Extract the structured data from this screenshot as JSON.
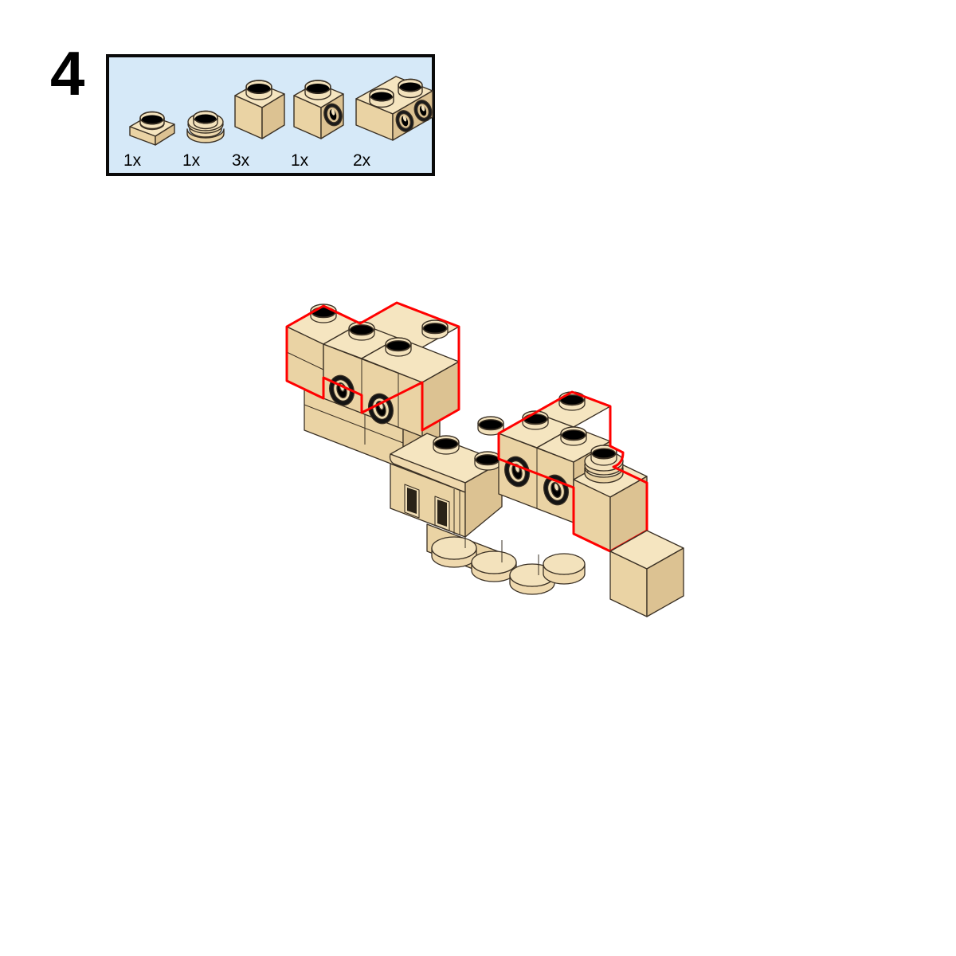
{
  "page": {
    "background_color": "#FFFFFF",
    "kind": "lego-building-instruction-step"
  },
  "step": {
    "number": "4",
    "number_color": "#000000"
  },
  "parts_callout": {
    "background_color": "#D6E9F8",
    "border_color": "#0A0A0A",
    "parts": [
      {
        "id": "plate-1x1",
        "name": "Plate 1 x 1",
        "quantity_label": "1x",
        "color_name": "Tan",
        "color_hex": "#F2DFB4"
      },
      {
        "id": "round-plate-stud",
        "name": "Round Plate 1 x 1 with stud",
        "quantity_label": "1x",
        "color_name": "Tan",
        "color_hex": "#F2DFB4"
      },
      {
        "id": "brick-1x1",
        "name": "Brick 1 x 1",
        "quantity_label": "3x",
        "color_name": "Tan",
        "color_hex": "#F2DFB4"
      },
      {
        "id": "brick-1x1-side-stud",
        "name": "Brick 1 x 1 with stud on one side",
        "quantity_label": "1x",
        "color_name": "Tan",
        "color_hex": "#F2DFB4"
      },
      {
        "id": "brick-1x2-two-side-studs",
        "name": "Brick 1 x 2 with studs on one side",
        "quantity_label": "2x",
        "color_name": "Tan",
        "color_hex": "#F2DFB4"
      }
    ]
  },
  "model": {
    "highlight_color": "#FF0000",
    "outline_color": "#3A3024",
    "palette": {
      "top": "#F5E5C0",
      "left": "#EAD3A4",
      "right": "#DCC292",
      "stud_top": "#F3E2BC",
      "stud_shadow": "#000000"
    },
    "new_parts_highlighted": [
      "brick-1x2-two-side-studs",
      "brick-1x2-two-side-studs",
      "brick-1x1",
      "round-plate-stud"
    ],
    "view": "isometric"
  }
}
